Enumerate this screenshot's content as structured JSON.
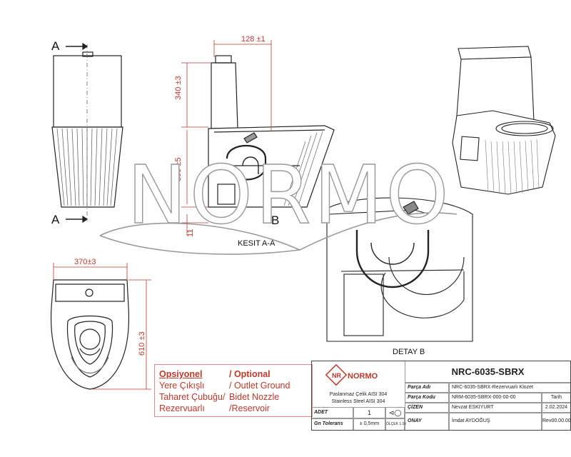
{
  "watermark": {
    "text": "NORMO"
  },
  "section_marks": {
    "a_top": "A",
    "a_bottom": "A",
    "b_label": "B"
  },
  "dimensions": {
    "width_top": "128 ±1",
    "tank_height": "340 ±3",
    "bowl_height": "399 ±5",
    "base_gap": "11",
    "plan_width": "370±3",
    "plan_depth": "610 ±3"
  },
  "view_labels": {
    "section": "KESIT A-A",
    "detail": "DETAY B"
  },
  "options": {
    "header_tr": "Opsiyonel",
    "header_en": "/ Optional",
    "rows": [
      {
        "tr": "Yere Çıkışlı",
        "en": "/ Outlet Ground"
      },
      {
        "tr": "Taharet Çubuğu/",
        "en": "Bidet Nozzle"
      },
      {
        "tr": "Rezervuarlı",
        "en": "/Reservoir"
      }
    ]
  },
  "title_block": {
    "logo_text": "NORMO",
    "part_code_big": "NRC-6035-SBRX",
    "material_tr": "Paslanmaz Çelik AISI 304",
    "material_en": "Stainless Steel AISI 304",
    "part_name_label": "Parça Adı",
    "part_name": "NRC-6035-SBRX-Rezervuarlı Klozet",
    "part_code_label": "Parça Kodu",
    "part_code": "NRM-6035-SBRX-000-00-00",
    "date_label": "Tarih",
    "qty_label": "ADET",
    "qty": "1",
    "drawn_label": "ÇİZEN",
    "drawn_by": "Nevzat ESKIYURT",
    "date": "2.02.2024",
    "tolerance_label": "Gn Tolerans",
    "tolerance": "± 0,5mm",
    "scale": "ÖLÇEK 1:10",
    "approved_label": "ONAY",
    "approved_by": "İmdat AYDOĞUŞ",
    "revision": "Rev00.00.00"
  }
}
